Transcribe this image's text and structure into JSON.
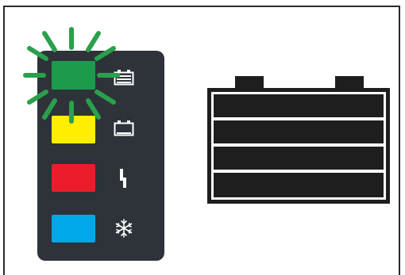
{
  "colors": {
    "panel": "#2d3338",
    "green": "#1e9a4d",
    "green_ray": "#2aa04c",
    "yellow": "#ffee00",
    "red": "#ed1c2a",
    "blue": "#00a8e8",
    "symbol": "#ffffff",
    "battery": "#1e1e1e"
  },
  "leds": [
    {
      "color": "green",
      "state": "blinking",
      "icon": "battery-full-icon"
    },
    {
      "color": "yellow",
      "state": "off",
      "icon": "battery-empty-icon"
    },
    {
      "color": "red",
      "state": "off",
      "icon": "lightning-icon"
    },
    {
      "color": "blue",
      "state": "off",
      "icon": "snowflake-icon"
    }
  ],
  "battery": {
    "icon": "battery-icon",
    "cells": 4
  }
}
